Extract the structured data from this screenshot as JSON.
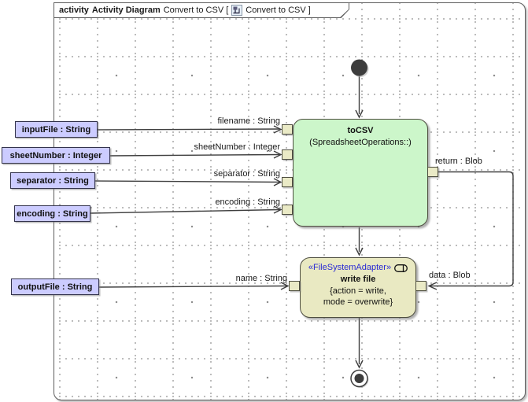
{
  "frame": {
    "keyword": "activity",
    "diagram_type": "Activity Diagram",
    "name_open": "Convert to CSV [",
    "name_close": "Convert to CSV ]"
  },
  "activity_parameters": [
    {
      "label": "inputFile : String"
    },
    {
      "label": "sheetNumber : Integer"
    },
    {
      "label": "separator : String"
    },
    {
      "label": "encoding : String"
    },
    {
      "label": "outputFile : String"
    }
  ],
  "actions": {
    "tocsv": {
      "title": "toCSV",
      "subtitle": "(SpreadsheetOperations::)",
      "pin_labels": {
        "filename": "filename : String",
        "sheetNumber": "sheetNumber : Integer",
        "separator": "separator : String",
        "encoding": "encoding : String",
        "return": "return : Blob"
      }
    },
    "write_file": {
      "stereotype": "«FileSystemAdapter»",
      "title": "write file",
      "constraint_line1": "{action = write,",
      "constraint_line2": "mode = overwrite}",
      "pin_labels": {
        "name": "name : String",
        "data": "data : Blob"
      }
    }
  },
  "colors": {
    "action_green_fill": "#ccf6ca",
    "action_tan_fill": "#e9e9c2",
    "pin_fill": "#eaeac6",
    "parameter_fill": "#ccccff",
    "stereotype_text": "#2a2ad4",
    "edge_stroke": "#3f3f3f",
    "frame_border": "#5d5d5d"
  }
}
